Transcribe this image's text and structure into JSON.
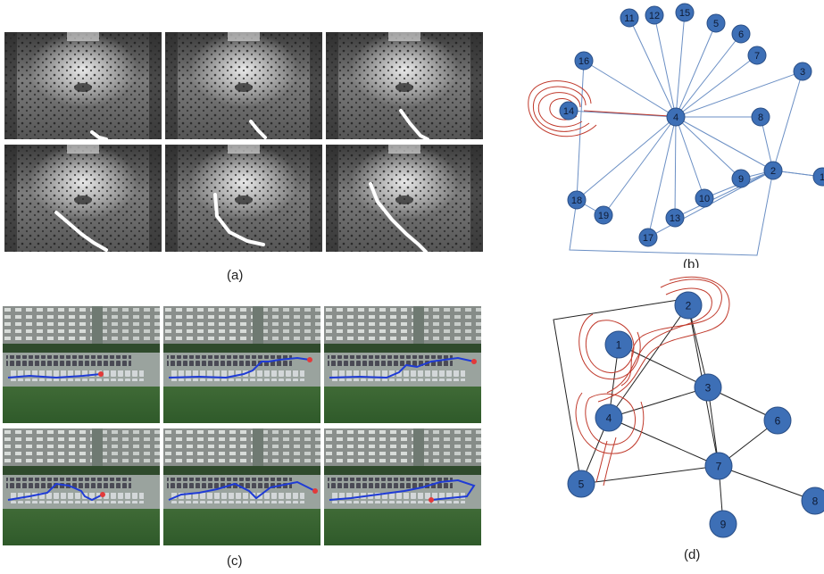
{
  "captions": {
    "a": "(a)",
    "b": "(b)",
    "c": "(c)",
    "d": "(d)"
  },
  "colors": {
    "node_fill": "#3d6fb6",
    "node_stroke": "#2b4f86",
    "edge_b": "#6b8fc4",
    "edge_d": "#222222",
    "spiral": "#c0392b",
    "trajectory_a": "#ffffff",
    "trajectory_c": "#1f3bd6",
    "marker_c": "#e23a3a"
  },
  "graph_b": {
    "nodes": [
      "1",
      "2",
      "3",
      "4",
      "5",
      "6",
      "7",
      "8",
      "9",
      "10",
      "11",
      "12",
      "13",
      "14",
      "15",
      "16",
      "17",
      "18",
      "19"
    ]
  },
  "graph_d": {
    "nodes": [
      "1",
      "2",
      "3",
      "4",
      "5",
      "6",
      "7",
      "8",
      "9"
    ]
  }
}
